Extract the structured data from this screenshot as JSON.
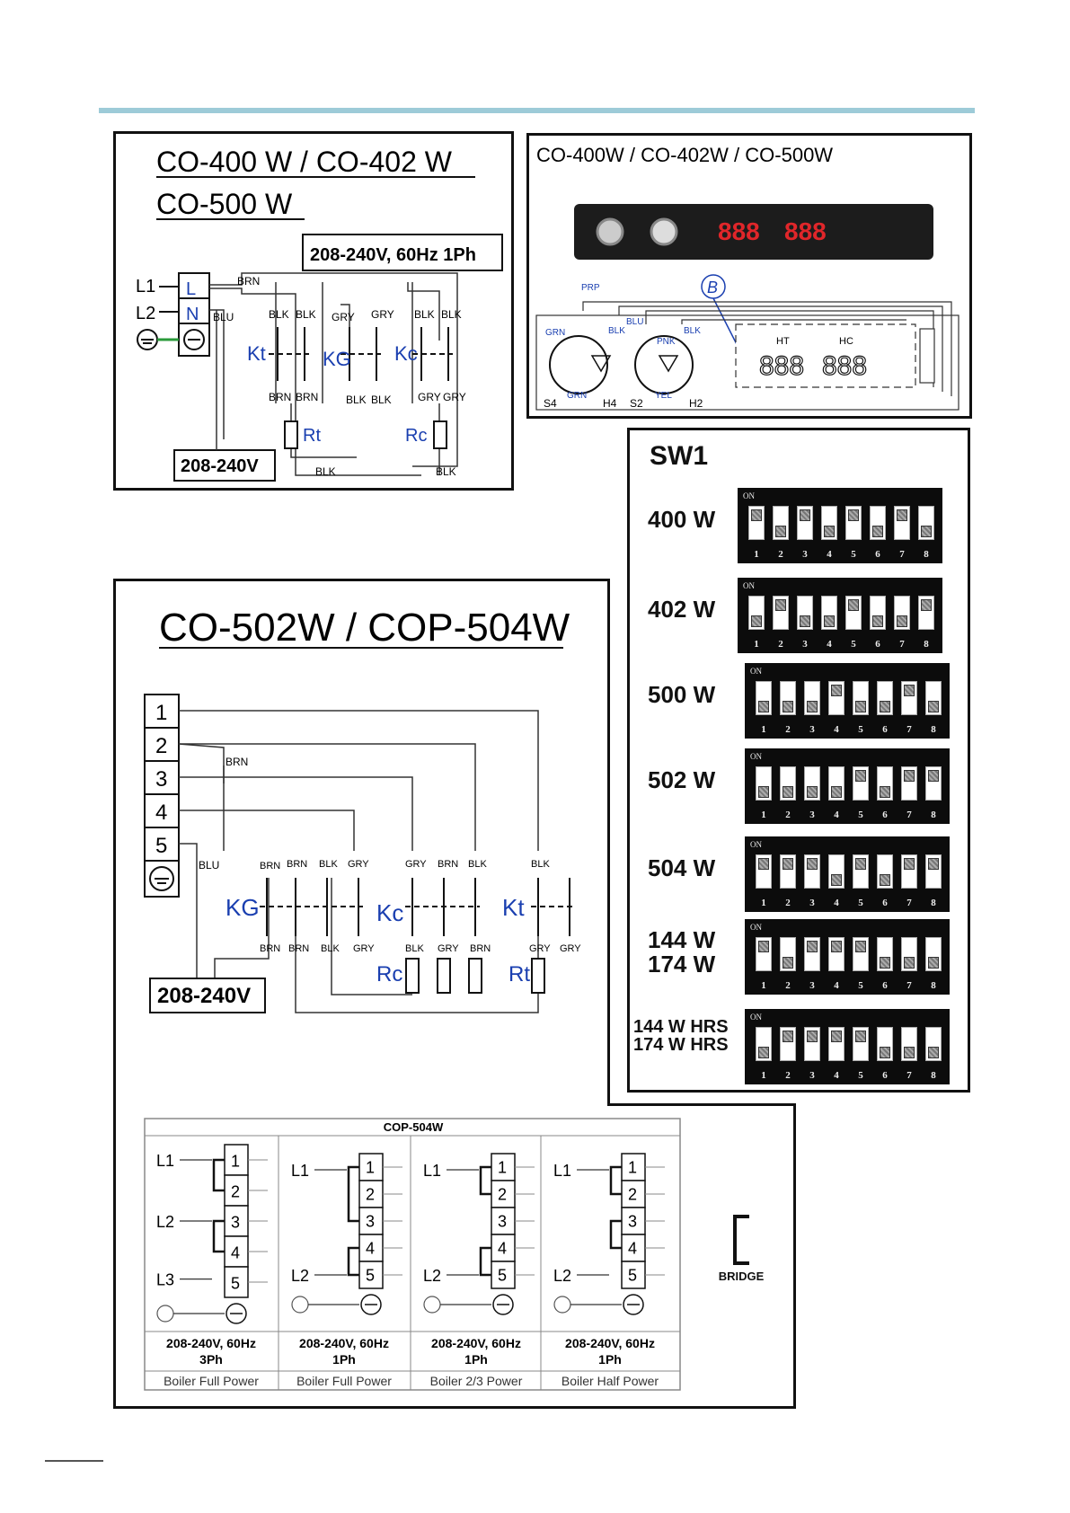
{
  "panel1": {
    "title_line1": "CO-400 W / CO-402 W",
    "title_line2": "CO-500 W",
    "voltage_box": "208-240V, 60Hz 1Ph",
    "supply_box": "208-240V",
    "terminals": [
      "L",
      "N"
    ],
    "line_labels": [
      "L1",
      "L2"
    ],
    "contactors": [
      "Kt",
      "KG",
      "Kc"
    ],
    "heaters": [
      "Rt",
      "Rc"
    ],
    "wires": {
      "brn": "BRN",
      "blu": "BLU",
      "blk": "BLK",
      "gry": "GRY"
    }
  },
  "panel2": {
    "title": "CO-400W / CO-402W / CO-500W",
    "display_digits": [
      "888",
      "888"
    ],
    "callout": "B",
    "wires": {
      "prp": "PRP",
      "grn": "GRN",
      "blk": "BLK",
      "blu": "BLU",
      "pnk": "PNK",
      "yel": "YEL"
    },
    "components": [
      "S4",
      "H4",
      "S2",
      "H2"
    ],
    "board_labels": [
      "HT",
      "HC"
    ],
    "board_digits": [
      "888",
      "888"
    ]
  },
  "sw1": {
    "title": "SW1",
    "on_label": "ON",
    "switch_numbers": [
      "1",
      "2",
      "3",
      "4",
      "5",
      "6",
      "7",
      "8"
    ],
    "rows": [
      {
        "label": "400 W",
        "states": [
          1,
          0,
          1,
          0,
          1,
          0,
          1,
          0
        ]
      },
      {
        "label": "402 W",
        "states": [
          0,
          1,
          0,
          0,
          1,
          0,
          0,
          1
        ]
      },
      {
        "label": "500 W",
        "states": [
          0,
          0,
          0,
          1,
          0,
          0,
          1,
          0
        ]
      },
      {
        "label": "502 W",
        "states": [
          0,
          0,
          0,
          0,
          1,
          0,
          1,
          1
        ]
      },
      {
        "label": "504 W",
        "states": [
          1,
          1,
          1,
          0,
          1,
          0,
          1,
          1
        ]
      },
      {
        "label": "144 W\n174 W",
        "states": [
          1,
          0,
          1,
          1,
          1,
          0,
          0,
          0
        ]
      },
      {
        "label": "144 W HRS\n174 W HRS",
        "states": [
          0,
          1,
          1,
          1,
          1,
          0,
          0,
          0
        ]
      }
    ]
  },
  "panel3": {
    "title": "CO-502W / COP-504W",
    "terminals": [
      "1",
      "2",
      "3",
      "4",
      "5"
    ],
    "supply_box": "208-240V",
    "contactors": [
      "KG",
      "Kc",
      "Kt"
    ],
    "heaters": [
      "Rc",
      "Rt"
    ],
    "wires": {
      "brn": "BRN",
      "blu": "BLU",
      "blk": "BLK",
      "gry": "GRY"
    }
  },
  "cop504w": {
    "header": "COP-504W",
    "terminals": [
      "1",
      "2",
      "3",
      "4",
      "5"
    ],
    "line_labels": [
      "L1",
      "L2",
      "L3"
    ],
    "columns": [
      {
        "voltage": "208-240V, 60Hz",
        "phase": "3Ph",
        "mode": "Boiler Full Power"
      },
      {
        "voltage": "208-240V, 60Hz",
        "phase": "1Ph",
        "mode": "Boiler Full Power"
      },
      {
        "voltage": "208-240V, 60Hz",
        "phase": "1Ph",
        "mode": "Boiler 2/3 Power"
      },
      {
        "voltage": "208-240V, 60Hz",
        "phase": "1Ph",
        "mode": "Boiler Half Power"
      }
    ],
    "bridge_label": "BRIDGE"
  },
  "colors": {
    "accent_line": "#9dcbd8",
    "wire_blue": "#1a3fb0",
    "led_red": "#e0262a"
  }
}
